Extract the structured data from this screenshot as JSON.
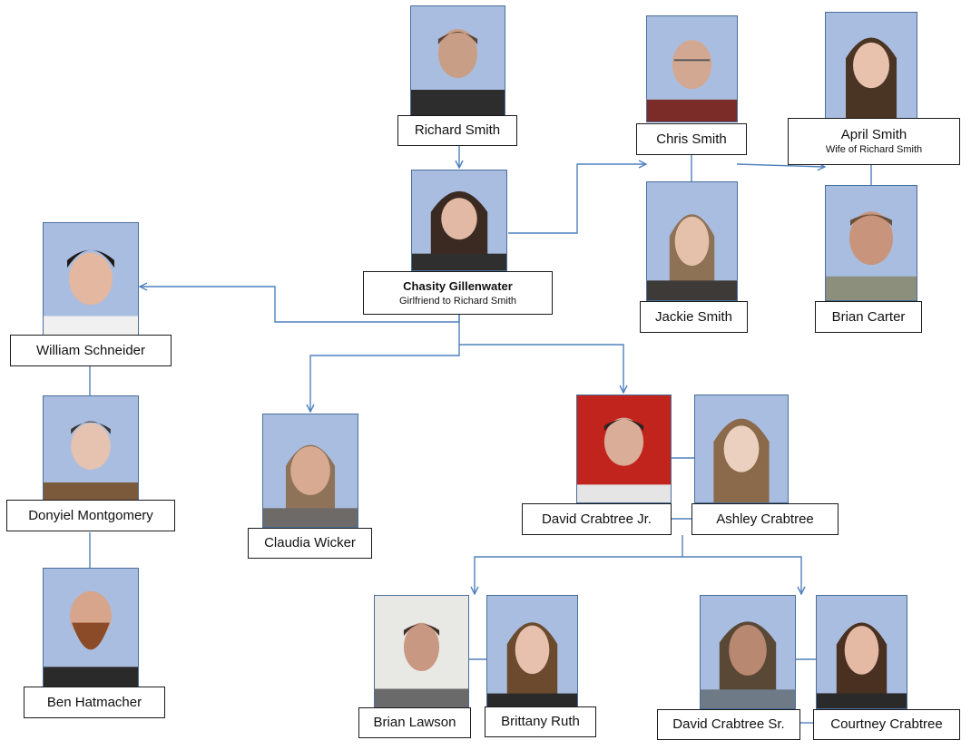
{
  "colors": {
    "connector": "#4f81bd",
    "photo_background": "#a9bde0",
    "label_border": "#1a1a1a"
  },
  "people": {
    "richard_smith": {
      "name": "Richard Smith"
    },
    "chasity_gillenwater": {
      "name": "Chasity Gillenwater",
      "note": "Girlfriend to Richard Smith"
    },
    "chris_smith": {
      "name": "Chris Smith"
    },
    "jackie_smith": {
      "name": "Jackie Smith"
    },
    "april_smith": {
      "name": "April Smith",
      "note": "Wife of Richard Smith"
    },
    "brian_carter": {
      "name": "Brian Carter"
    },
    "william_schneider": {
      "name": "William Schneider"
    },
    "donyiel_montgomery": {
      "name": "Donyiel Montgomery"
    },
    "ben_hatmacher": {
      "name": "Ben Hatmacher"
    },
    "claudia_wicker": {
      "name": "Claudia Wicker"
    },
    "david_crabtree_jr": {
      "name": "David Crabtree Jr."
    },
    "ashley_crabtree": {
      "name": "Ashley Crabtree"
    },
    "brian_lawson": {
      "name": "Brian Lawson"
    },
    "brittany_ruth": {
      "name": "Brittany Ruth"
    },
    "david_crabtree_sr": {
      "name": "David Crabtree Sr."
    },
    "courtney_crabtree": {
      "name": "Courtney Crabtree"
    }
  }
}
